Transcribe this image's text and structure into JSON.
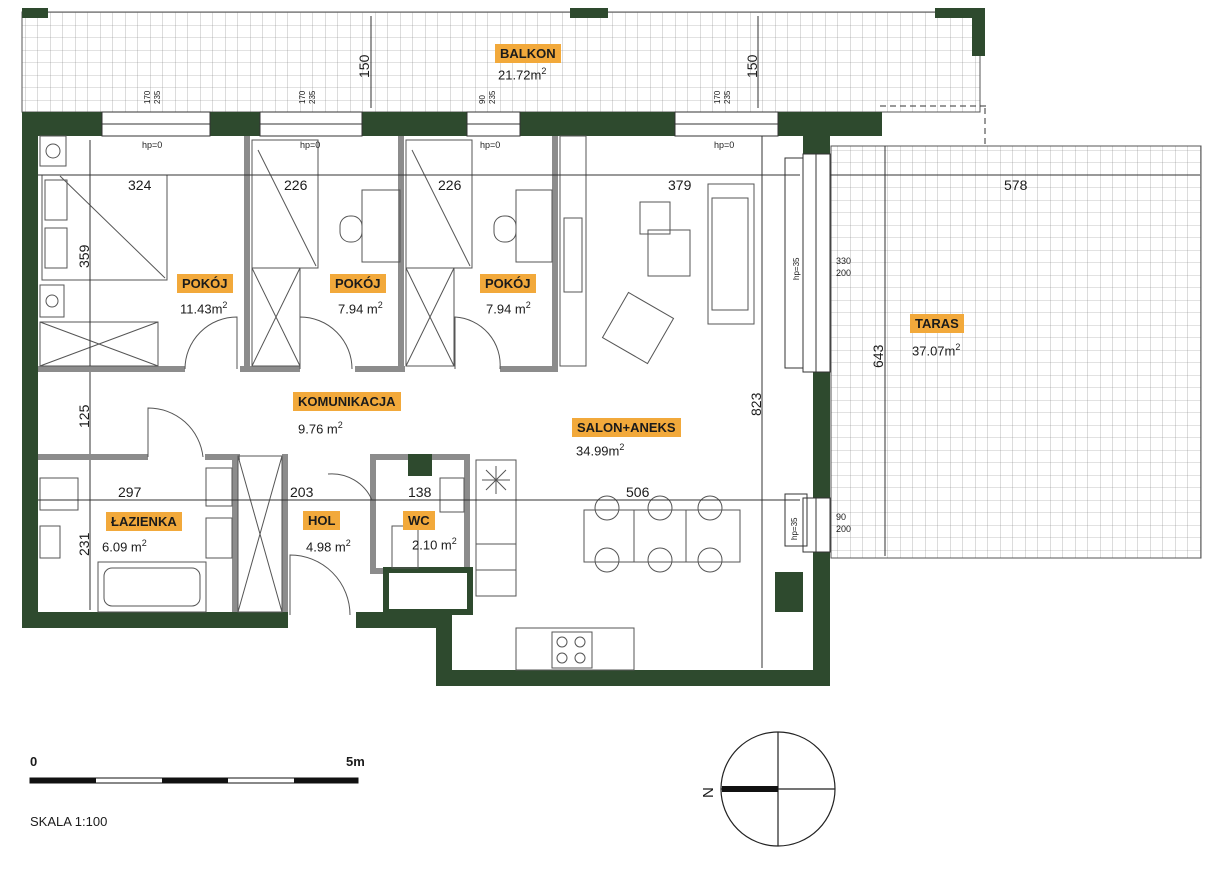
{
  "colors": {
    "wall": "#2e4a2e",
    "label_bg": "#f2a93b",
    "line": "#555555"
  },
  "rooms": {
    "balkon": {
      "name": "BALKON",
      "area": "21.72",
      "unit": "m",
      "exp": "2"
    },
    "pokoj1": {
      "name": "POKÓJ",
      "area": "11.43",
      "unit": "m",
      "exp": "2"
    },
    "pokoj2": {
      "name": "POKÓJ",
      "area": "7.94",
      "unit": " m",
      "exp": "2"
    },
    "pokoj3": {
      "name": "POKÓJ",
      "area": "7.94",
      "unit": " m",
      "exp": "2"
    },
    "komunikacja": {
      "name": "KOMUNIKACJA",
      "area": "9.76",
      "unit": " m",
      "exp": "2"
    },
    "salon": {
      "name": "SALON+ANEKS",
      "area": "34.99",
      "unit": "m",
      "exp": "2"
    },
    "taras": {
      "name": "TARAS",
      "area": "37.07",
      "unit": "m",
      "exp": "2"
    },
    "lazienka": {
      "name": "ŁAZIENKA",
      "area": "6.09",
      "unit": "  m",
      "exp": "2"
    },
    "hol": {
      "name": "HOL",
      "area": "4.98",
      "unit": " m",
      "exp": "2"
    },
    "wc": {
      "name": "WC",
      "area": "2.10",
      "unit": " m",
      "exp": "2"
    }
  },
  "dimensions": {
    "d324": "324",
    "d226a": "226",
    "d226b": "226",
    "d379": "379",
    "d578": "578",
    "d359": "359",
    "d125": "125",
    "d231": "231",
    "d823": "823",
    "d643": "643",
    "d150a": "150",
    "d150b": "150",
    "d297": "297",
    "d203": "203",
    "d138": "138",
    "d506": "506"
  },
  "windows": {
    "w1": {
      "w": "170",
      "h": "235",
      "hp": "hp=0"
    },
    "w2": {
      "w": "170",
      "h": "235",
      "hp": "hp=0"
    },
    "w3": {
      "w": "90",
      "h": "235",
      "hp": "hp=0"
    },
    "w4": {
      "w": "170",
      "h": "235",
      "hp": "hp=0"
    },
    "e1": {
      "w": "330",
      "h": "200",
      "hp": "hp=35"
    },
    "e2": {
      "w": "90",
      "h": "200",
      "hp": "hp=35"
    }
  },
  "scale": {
    "start": "0",
    "end": "5m",
    "label": "SKALA 1:100"
  },
  "compass": {
    "north": "N"
  }
}
